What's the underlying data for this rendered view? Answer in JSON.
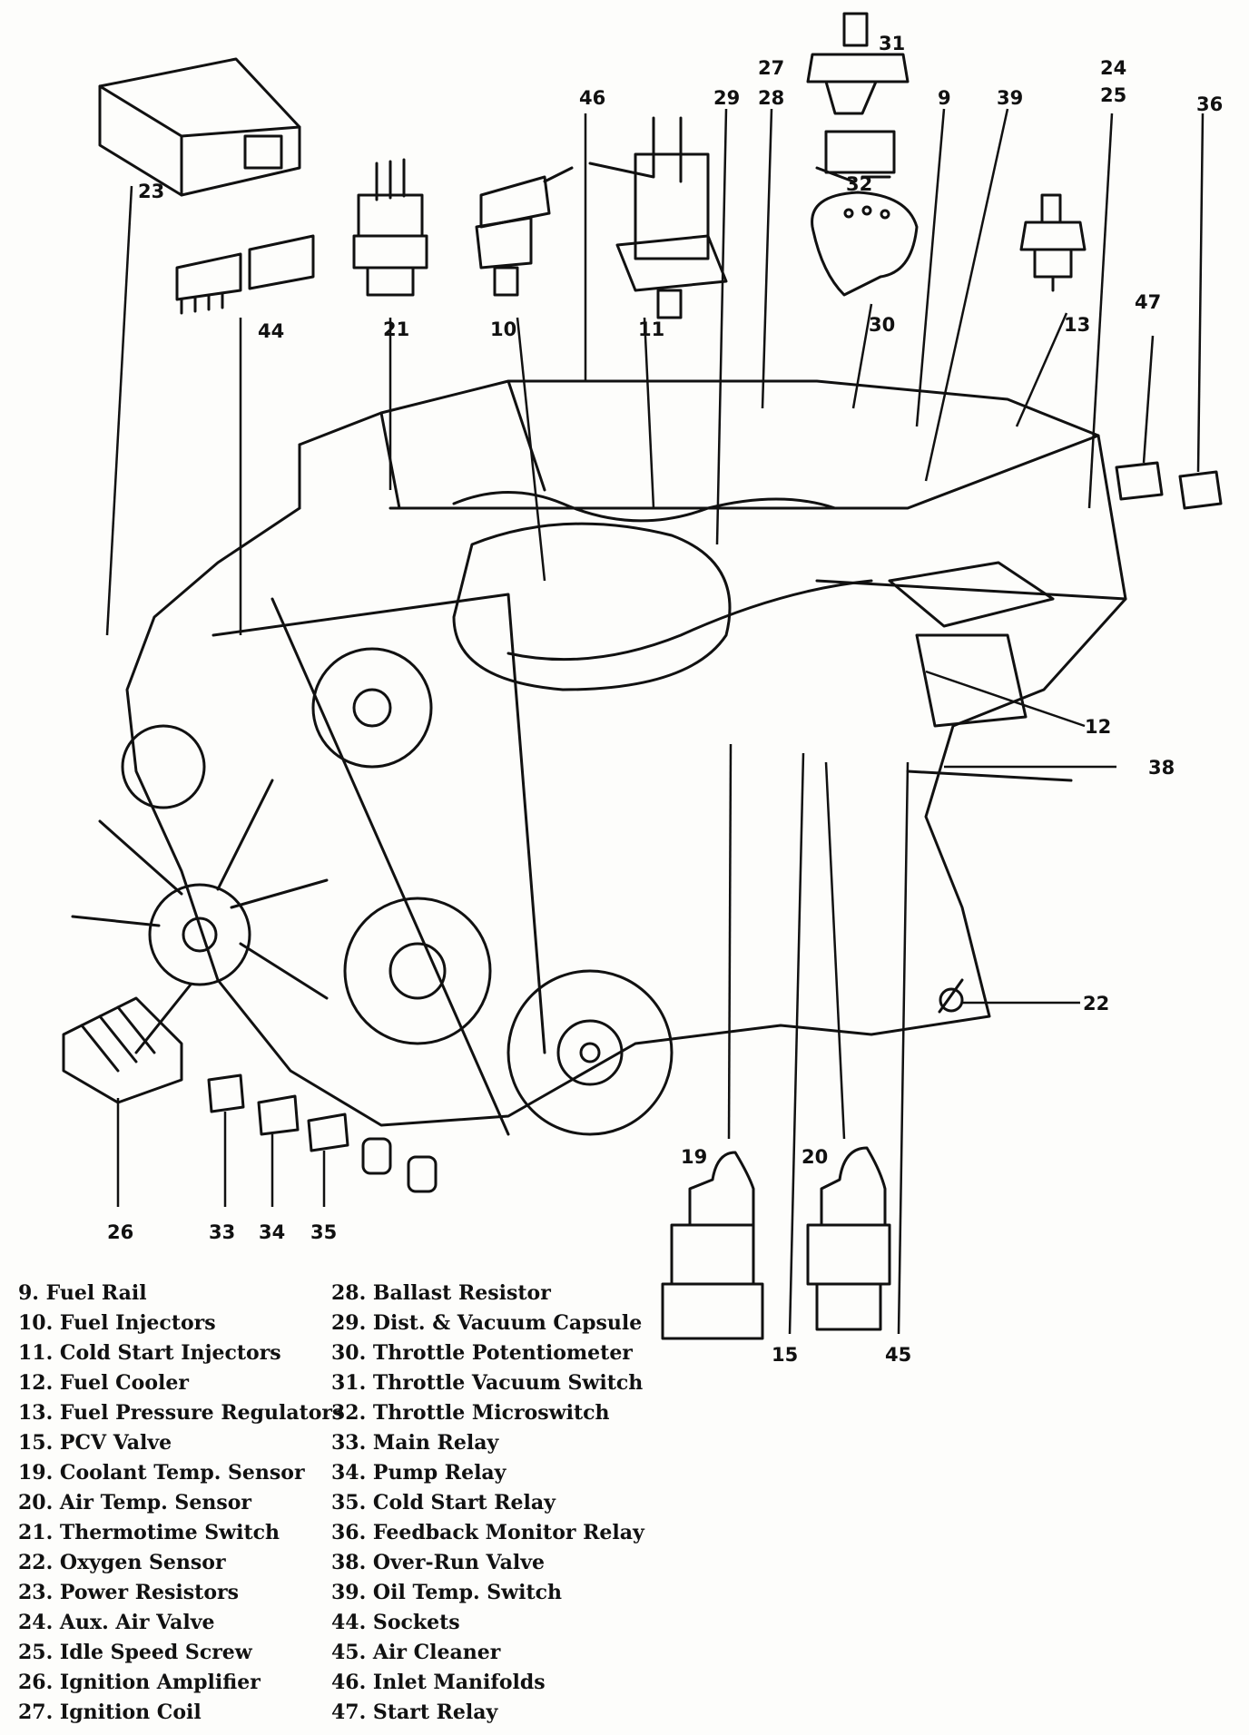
{
  "callouts": {
    "c9": "9",
    "c10": "10",
    "c11": "11",
    "c12": "12",
    "c13": "13",
    "c15": "15",
    "c19": "19",
    "c20": "20",
    "c21": "21",
    "c22": "22",
    "c23": "23",
    "c24": "24",
    "c25": "25",
    "c26": "26",
    "c27": "27",
    "c28": "28",
    "c29": "29",
    "c30": "30",
    "c31": "31",
    "c32": "32",
    "c33": "33",
    "c34": "34",
    "c35": "35",
    "c36": "36",
    "c38": "38",
    "c39": "39",
    "c44": "44",
    "c45": "45",
    "c46": "46",
    "c47": "47",
    "c19b": "19",
    "c20b": "20"
  },
  "legend_left": [
    "9. Fuel Rail",
    "10. Fuel Injectors",
    "11. Cold Start Injectors",
    "12. Fuel Cooler",
    "13. Fuel Pressure Regulators",
    "15. PCV Valve",
    "19. Coolant Temp. Sensor",
    "20. Air Temp. Sensor",
    "21. Thermotime Switch",
    "22. Oxygen Sensor",
    "23. Power Resistors",
    "24. Aux. Air Valve",
    "25. Idle Speed Screw",
    "26. Ignition Amplifier",
    "27. Ignition Coil"
  ],
  "legend_right": [
    "28. Ballast Resistor",
    "29. Dist. & Vacuum Capsule",
    "30. Throttle Potentiometer",
    "31. Throttle Vacuum Switch",
    "32. Throttle Microswitch",
    "33. Main Relay",
    "34. Pump Relay",
    "35. Cold Start Relay",
    "36. Feedback Monitor Relay",
    "38. Over-Run Valve",
    "39. Oil Temp. Switch",
    "44. Sockets",
    "45. Air Cleaner",
    "46. Inlet Manifolds",
    "47. Start Relay"
  ]
}
